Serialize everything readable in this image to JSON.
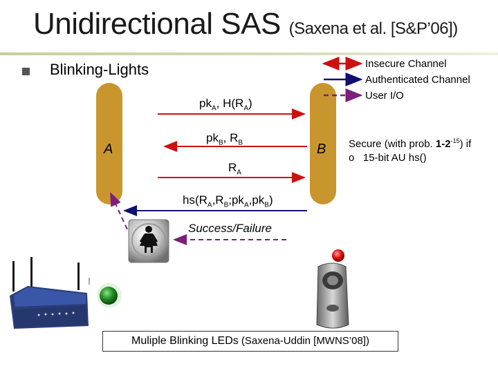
{
  "title": {
    "main": "Unidirectional SAS",
    "sub": "(Saxena et al. [S&P’06])"
  },
  "bullet": {
    "text": "Blinking-Lights"
  },
  "legend": [
    {
      "label": "Insecure Channel",
      "color": "#cc1111",
      "style": "solid"
    },
    {
      "label": "Authenticated Channel",
      "color": "#101070",
      "style": "solid"
    },
    {
      "label": "User I/O",
      "color": "#7a1f7a",
      "style": "dashed"
    }
  ],
  "parties": {
    "a": "A",
    "b": "B"
  },
  "messages": {
    "m1": {
      "main": "pk",
      "sub1": "A",
      "mid": ", H(R",
      "sub2": "A",
      "end": ")"
    },
    "m2": {
      "main": "pk",
      "sub1": "B",
      "mid": ", R",
      "sub2": "B"
    },
    "m3": {
      "main": "R",
      "sub1": "A"
    },
    "m4": {
      "p1": "hs(R",
      "s1": "A",
      "p2": ",R",
      "s2": "B",
      "p3": ";pk",
      "s3": "A",
      "p4": ",pk",
      "s4": "B",
      "p5": ")"
    },
    "m5": "Success/Failure"
  },
  "secure": {
    "line1_pre": "Secure (with prob. ",
    "line1_bold": "1-2",
    "line1_sup": "-15",
    "line1_post": ") if",
    "bullet": "o",
    "line2": "15-bit AU hs()"
  },
  "caption": {
    "main": "Muliple Blinking LEDs",
    "ref": "(Saxena-Uddin [MWNS’08])"
  },
  "icons": [
    "user-button-icon",
    "wireless-router-icon",
    "green-led-icon",
    "red-led-icon",
    "remote-device-icon"
  ]
}
